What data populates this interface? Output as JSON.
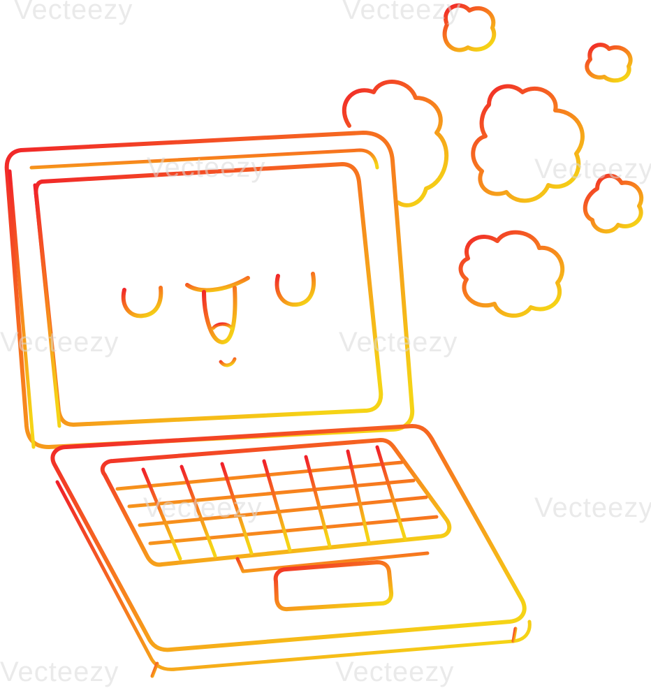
{
  "watermark": {
    "text": "Vecteezy"
  },
  "colors": {
    "gradient_start": "#f0202a",
    "gradient_mid": "#f77a1e",
    "gradient_end": "#f5d316"
  },
  "icons": [
    "laptop-illustration",
    "smiling-face",
    "steam-puff"
  ]
}
